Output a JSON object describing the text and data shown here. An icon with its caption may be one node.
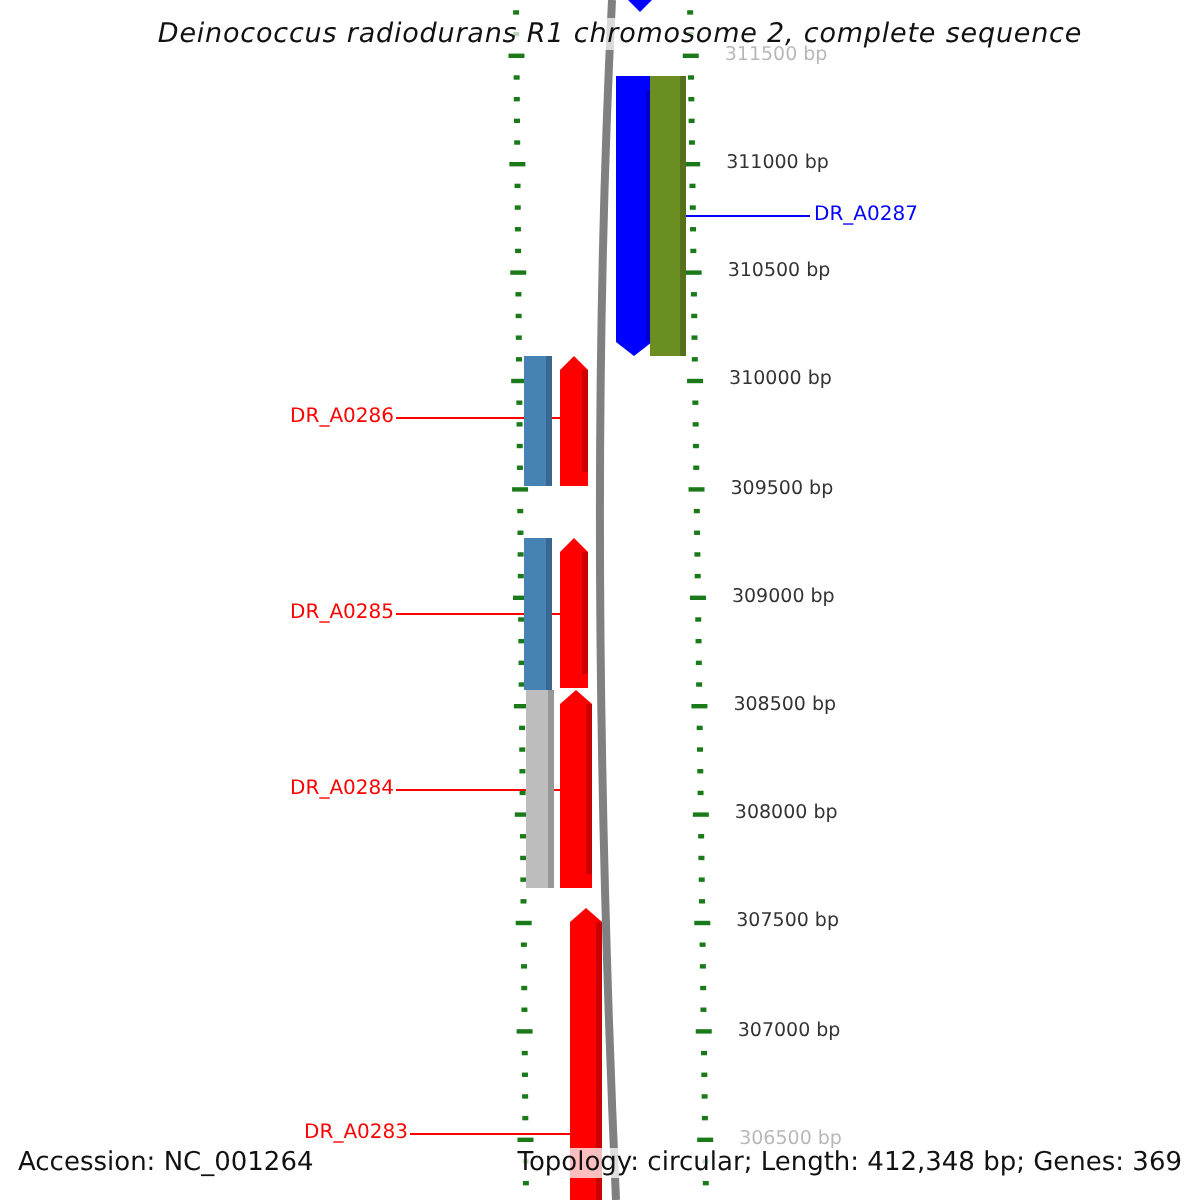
{
  "diagram": {
    "title": "Deinococcus radiodurans R1 chromosome 2, complete sequence",
    "nodes": [
      {
        "text": [
          "DR_A0287"
        ]
      },
      {
        "text": [
          "DR_A0286"
        ]
      },
      {
        "text": [
          "DR_A0285"
        ]
      },
      {
        "text": [
          "DR_A0284"
        ]
      },
      {
        "text": [
          "DR_A0283"
        ]
      },
      {
        "text": [],
        "shape": "arrow"
      },
      {
        "text": [],
        "shape": "arrow"
      },
      {
        "text": [],
        "shape": "bar"
      },
      {
        "text": [],
        "shape": "bar"
      },
      {
        "text": [],
        "shape": "arrow"
      },
      {
        "text": [],
        "shape": "bar"
      },
      {
        "text": [],
        "shape": "arrow"
      },
      {
        "text": [],
        "shape": "bar"
      },
      {
        "text": [],
        "shape": "arrow"
      },
      {
        "text": [],
        "shape": "arrow"
      }
    ],
    "edges": [
      {
        "from": 0,
        "to": 6,
        "arrow": "none",
        "color": "#0000ff"
      },
      {
        "from": 1,
        "to": 9,
        "arrow": "none"
      },
      {
        "from": 2,
        "to": 11,
        "arrow": "none"
      },
      {
        "from": 3,
        "to": 13,
        "arrow": "none"
      },
      {
        "from": 4,
        "to": 14,
        "arrow": "none"
      }
    ],
    "labels": [
      "311500 bp",
      "311000 bp",
      "310500 bp",
      "310000 bp",
      "309500 bp",
      "309000 bp",
      "308500 bp",
      "308000 bp",
      "307500 bp",
      "307000 bp",
      "306500 bp",
      "Accession: NC_001264",
      "Topology: circular; Length: 412,348 bp; Genes: 369"
    ]
  }
}
